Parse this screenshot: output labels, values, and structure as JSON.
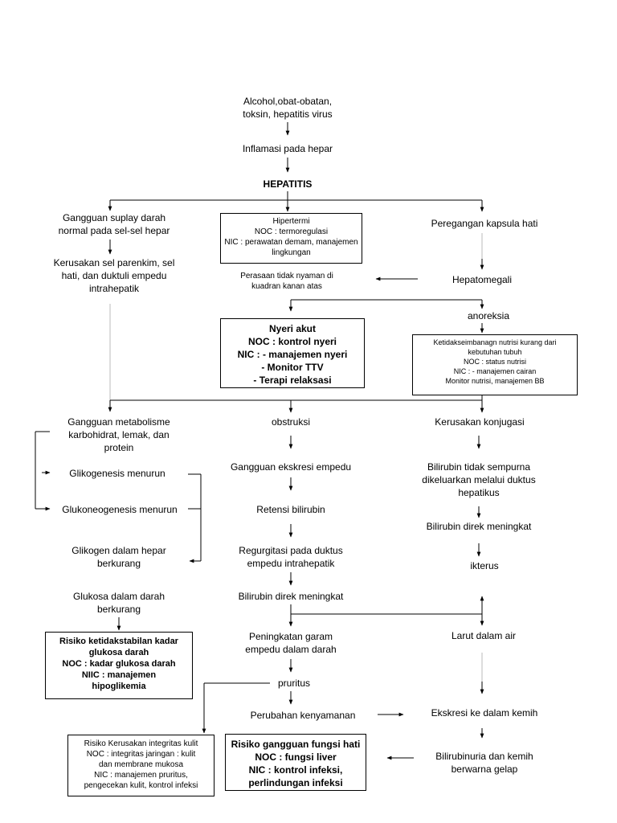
{
  "nodes": {
    "cause": "Alcohol,obat-obatan,\ntoksin, hepatitis virus",
    "inflamasi": "Inflamasi pada hepar",
    "hepatitis": "HEPATITIS",
    "suplay": "Gangguan suplay darah\nnormal pada sel-sel hepar",
    "kerusakan_sel": "Kerusakan sel parenkim, sel\nhati, dan duktuli empedu\nintrahepatik",
    "hipertermi_box": "Hipertermi\nNOC : termoregulasi\nNIC : perawatan demam, manajemen\nlingkungan",
    "peregangan": "Peregangan kapsula hati",
    "hepatomegali": "Hepatomegali",
    "perasaan": "Perasaan tidak nyaman di\nkuadran kanan atas",
    "anoreksia": "anoreksia",
    "nyeri_box": "Nyeri akut\nNOC : kontrol nyeri\nNIC : - manajemen nyeri\n-      Monitor TTV\n-      Terapi relaksasi",
    "nutrisi_box": "Ketidakseimbanagn nutrisi kurang dari\nkebutuhan tubuh\nNOC : status nutrisi\nNIC : - manajemen cairan\nMonitor nutrisi, manajemen BB",
    "metabolisme": "Gangguan metabolisme\nkarbohidrat, lemak, dan\nprotein",
    "obstruksi": "obstruksi",
    "konjugasi": "Kerusakan konjugasi",
    "glikogenesis": "Glikogenesis menurun",
    "ekskresi_empedu": "Gangguan ekskresi empedu",
    "bilirubin_tidak": "Bilirubin tidak sempurna\ndikeluarkan melalui duktus\nhepatikus",
    "glukoneogenesis": "Glukoneogenesis menurun",
    "retensi": "Retensi bilirubin",
    "bilirubin_direk_r": "Bilirubin direk meningkat",
    "glikogen": "Glikogen dalam hepar\nberkurang",
    "regurgitasi": "Regurgitasi pada duktus\nempedu intrahepatik",
    "ikterus": "ikterus",
    "glukosa": "Glukosa dalam darah\nberkurang",
    "bilirubin_direk_m": "Bilirubin direk meningkat",
    "garam": "Peningkatan garam\nempedu dalam darah",
    "larut": "Larut dalam air",
    "glukosa_box": "Risiko ketidakstabilan kadar\nglukosa darah\nNOC : kadar glukosa darah\nNIIC : manajemen\nhipoglikemia",
    "pruritus": "pruritus",
    "kenyamanan": "Perubahan kenyamanan",
    "ekskresi_kemih": "Ekskresi ke dalam kemih",
    "kulit_box": "Risiko Kerusakan  integritas kulit\nNOC : integritas jaringan : kulit\ndan membrane mukosa\nNIC : manajemen pruritus,\npengecekan kulit, kontrol infeksi",
    "fungsi_box": "Risiko gangguan fungsi hati\nNOC : fungsi liver\nNIC : kontrol infeksi,\nperlindungan infeksi",
    "bilirubinuria": "Bilirubinuria dan kemih\nberwarna gelap"
  }
}
